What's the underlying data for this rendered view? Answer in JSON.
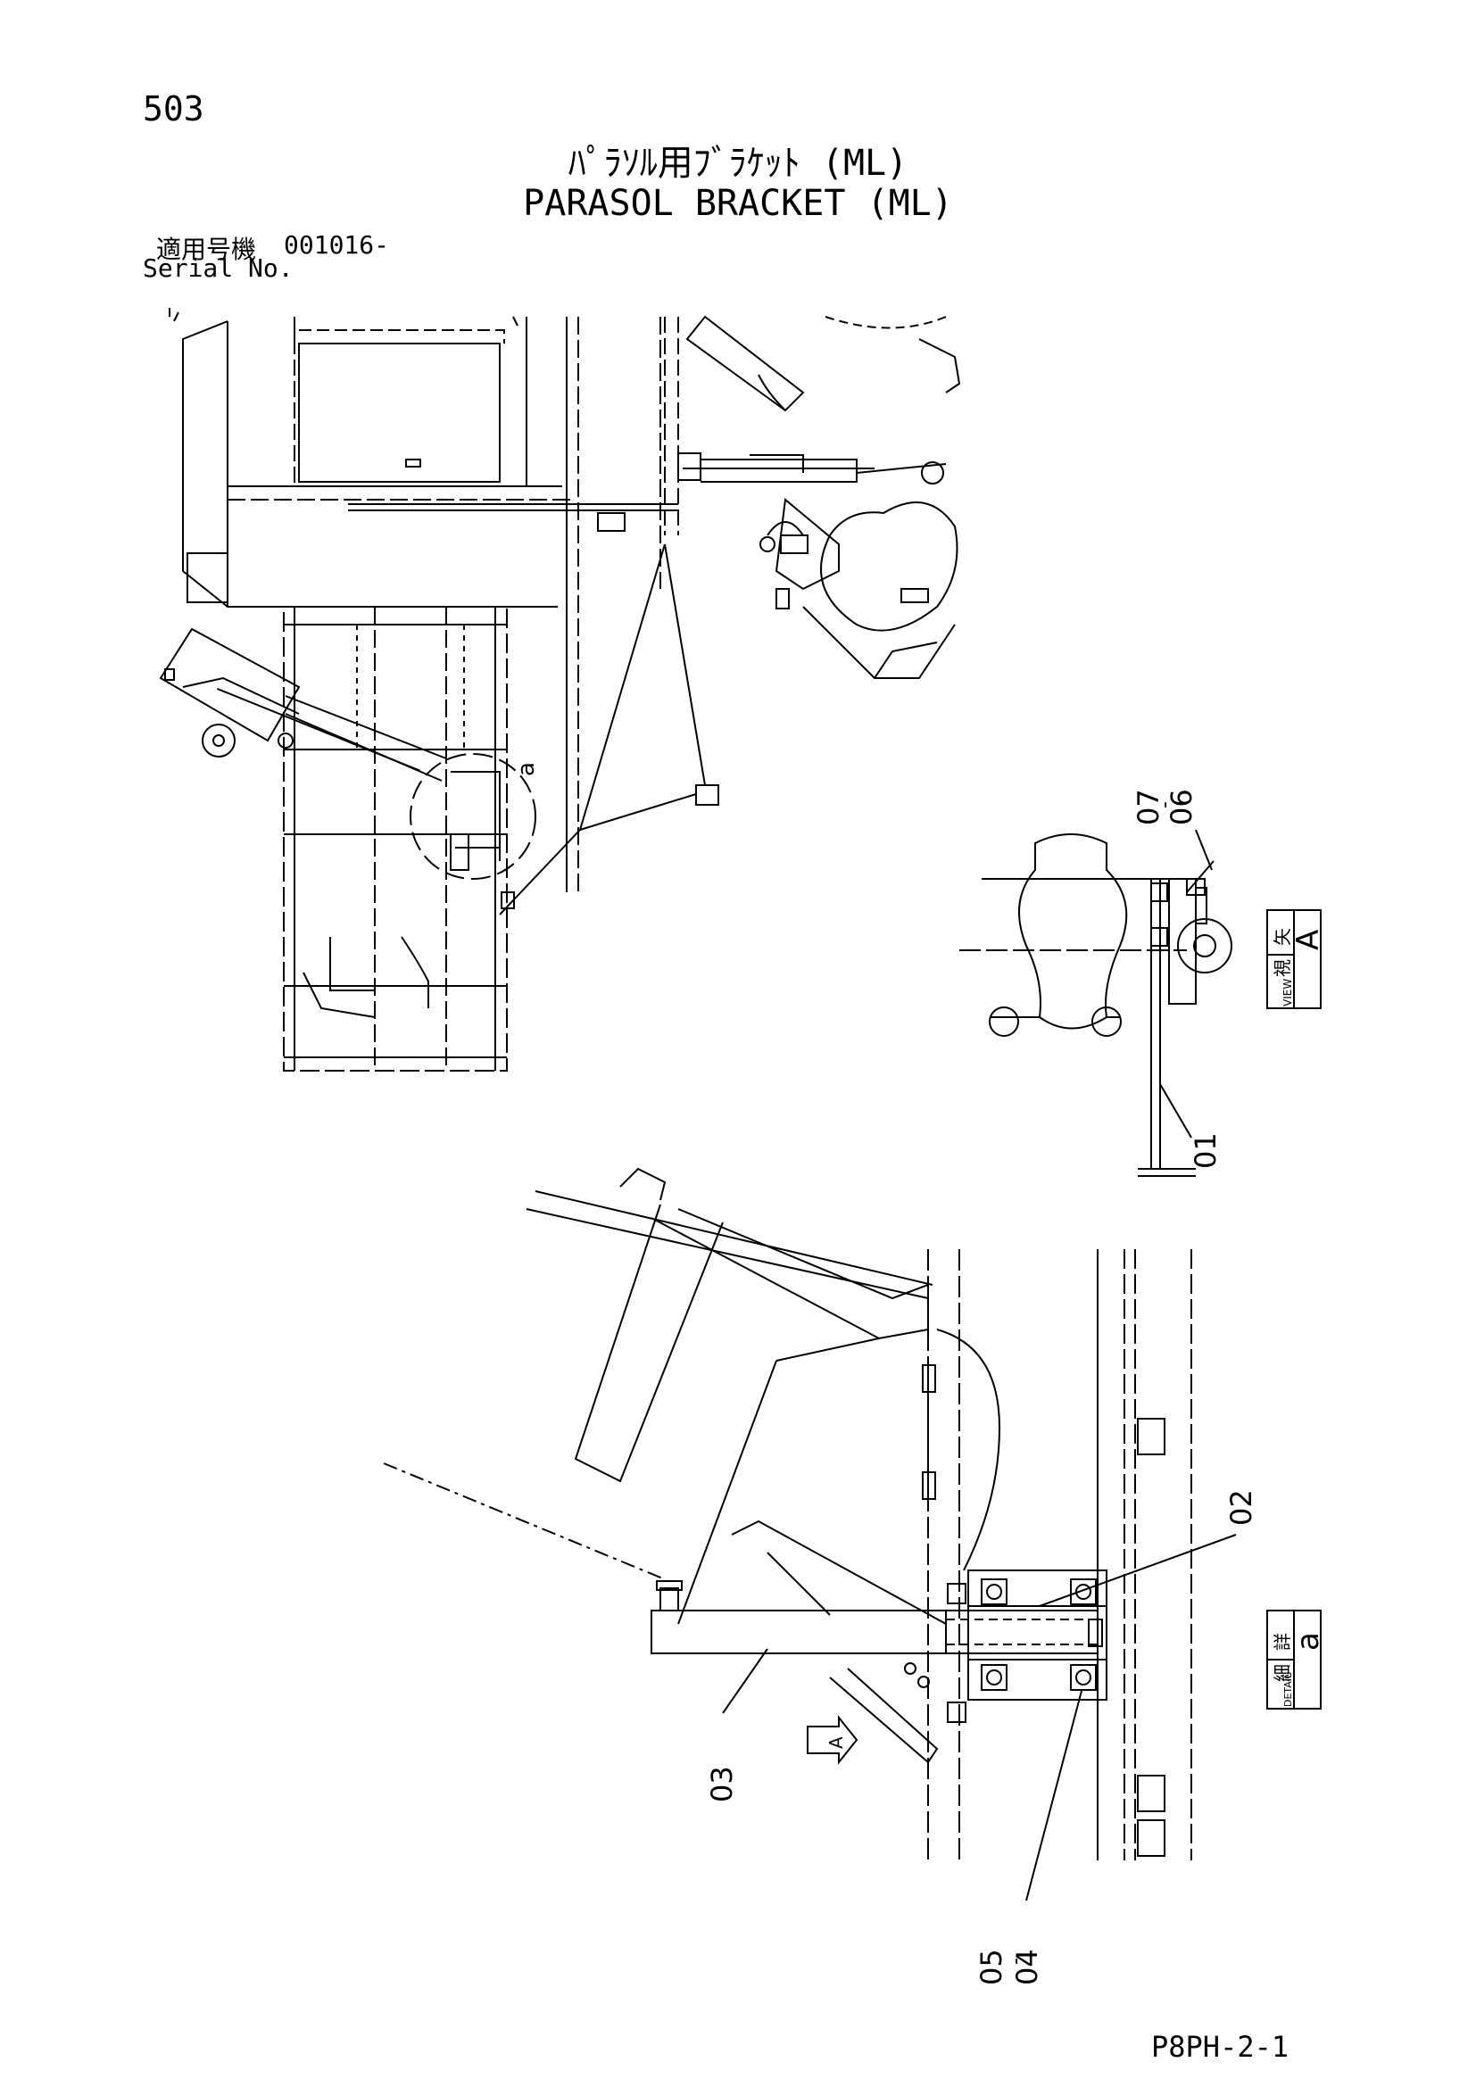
{
  "header": {
    "page_number": "503",
    "title_jp": "ﾊﾟﾗｿﾙ用ﾌﾞﾗｹｯﾄ (ML)",
    "title_en": "PARASOL BRACKET (ML)",
    "serial_label_jp": "適用号機",
    "serial_value": "001016-",
    "serial_label_en": "Serial No."
  },
  "callouts": {
    "detail_marker": "a",
    "view_a_part_top": "07",
    "view_a_part_top_sep": "-",
    "view_a_part_top2": "06",
    "view_a_part_bottom": "01",
    "detail_part_02": "02",
    "detail_part_03": "03",
    "detail_part_04": "04",
    "detail_part_05": "05",
    "detail_part_sep": "-",
    "arrow_label": "A"
  },
  "view_boxes": {
    "view_a": {
      "jp_top": "矢",
      "jp_bottom": "視",
      "en": "VIEW",
      "letter": "A"
    },
    "detail_a": {
      "jp_top": "詳",
      "jp_bottom": "細",
      "en": "DETAIL",
      "letter": "a"
    }
  },
  "footer": {
    "code": "P8PH-2-1"
  }
}
